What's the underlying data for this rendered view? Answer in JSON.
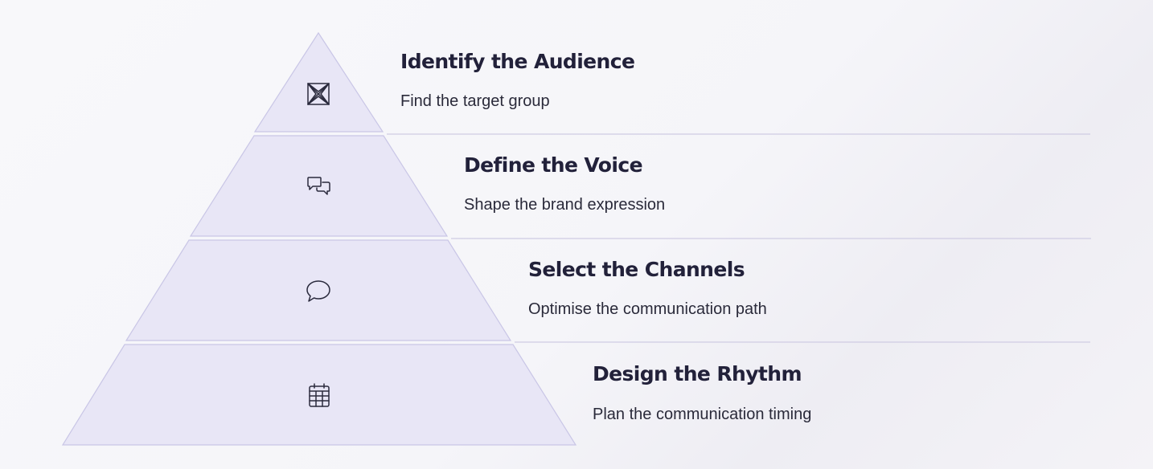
{
  "colors": {
    "tier_fill": "#e8e6f6",
    "tier_stroke": "#c9c6e6",
    "divider": "#cfcce3",
    "title_text": "#22213a",
    "desc_text": "#2a2a3a",
    "icon": "#2a2a3d"
  },
  "tiers": [
    {
      "title": "Identify the Audience",
      "description": "Find the target group",
      "icon": "crossed-arrows-icon"
    },
    {
      "title": "Define the Voice",
      "description": "Shape the brand expression",
      "icon": "chat-bubbles-icon"
    },
    {
      "title": "Select the Channels",
      "description": "Optimise the communication path",
      "icon": "speech-bubble-icon"
    },
    {
      "title": "Design the Rhythm",
      "description": "Plan the communication timing",
      "icon": "calendar-icon"
    }
  ]
}
